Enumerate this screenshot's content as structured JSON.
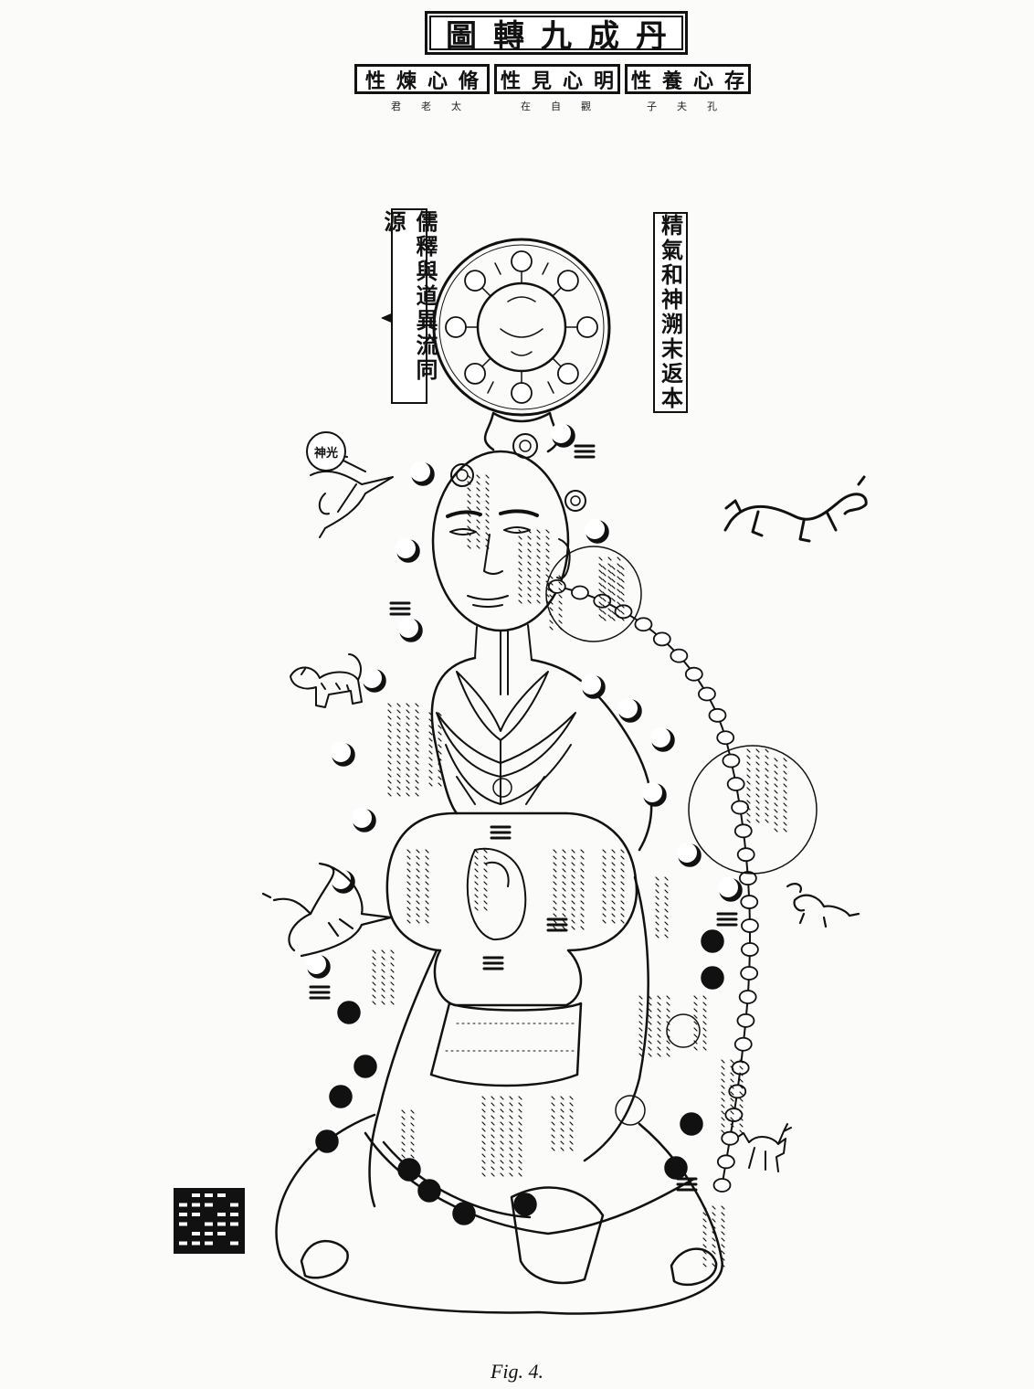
{
  "title": "圖轉九成丹",
  "subtitles": [
    {
      "text": "性煉心脩",
      "caption": "君老太"
    },
    {
      "text": "性見心明",
      "caption": "在自觀"
    },
    {
      "text": "性養心存",
      "caption": "子夫孔"
    }
  ],
  "left_banner": "儒釋與道異流同源",
  "right_banner": "精氣和神溯末返本",
  "shen_guang_label": "神光",
  "figure_caption": "Fig. 4.",
  "colors": {
    "ink": "#111111",
    "paper": "#fbfbfa"
  },
  "icons": [
    "dragon-icon",
    "tiger-icon",
    "phoenix-icon",
    "tortoise-snake-icon",
    "deer-icon",
    "spirit-bird-icon",
    "seal-stamp-icon"
  ]
}
